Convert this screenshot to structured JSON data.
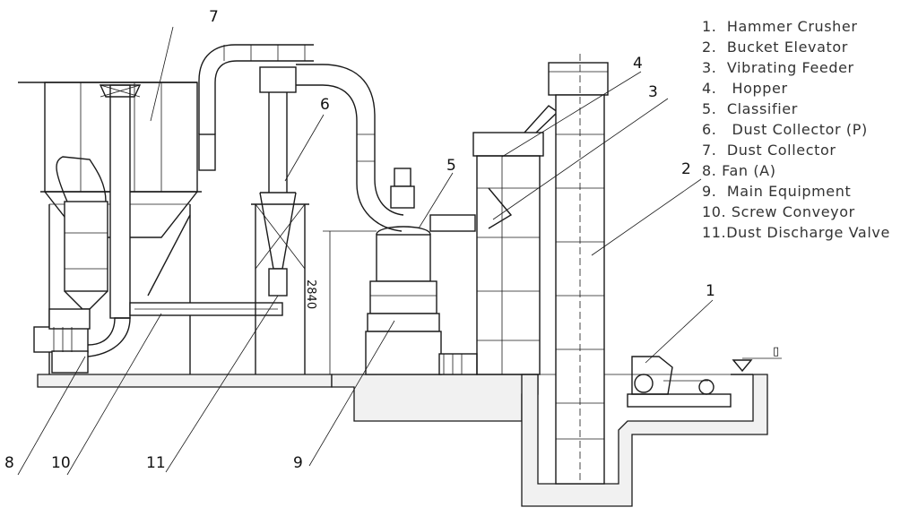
{
  "legend": [
    "1.  Hammer Crusher",
    "2.  Bucket Elevator",
    "3.  Vibrating Feeder",
    "4.   Hopper",
    "5.  Classifier",
    "6.   Dust Collector (P)",
    "7.  Dust Collector",
    "8. Fan (A)",
    "9.  Main Equipment",
    "10. Screw Conveyor",
    "11.Dust Discharge Valve"
  ],
  "callouts": {
    "c1": "1",
    "c2": "2",
    "c3": "3",
    "c4": "4",
    "c5": "5",
    "c6": "6",
    "c7": "7",
    "c8": "8",
    "c9": "9",
    "c10": "10",
    "c11": "11"
  },
  "dimension": "2840",
  "level_mark": "▯"
}
